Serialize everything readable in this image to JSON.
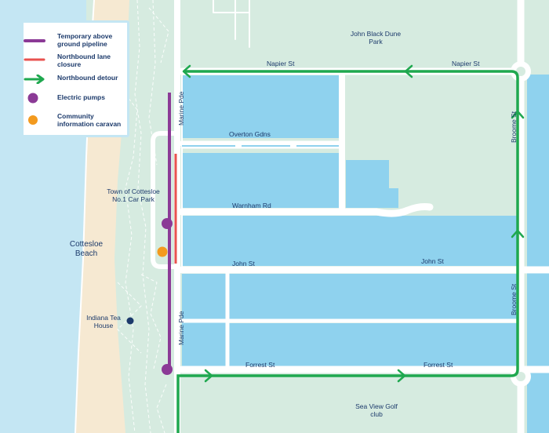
{
  "legend": {
    "items": [
      {
        "label": "Temporary above ground pipeline",
        "symbol": "purple-line",
        "color": "#8b3a96"
      },
      {
        "label": "Northbound lane closure",
        "symbol": "red-line",
        "color": "#e8524f"
      },
      {
        "label": "Northbound detour",
        "symbol": "green-arrow",
        "color": "#1fa84f"
      },
      {
        "label": "Electric pumps",
        "symbol": "purple-dot",
        "color": "#8b3a96"
      },
      {
        "label": "Community information caravan",
        "symbol": "orange-dot",
        "color": "#f39a1e"
      }
    ]
  },
  "streets": {
    "napier_west": "Napier St",
    "napier_east": "Napier St",
    "overton": "Overton Gdns",
    "warnham": "Warnham Rd",
    "john_west": "John St",
    "john_east": "John St",
    "forrest_west": "Forrest St",
    "forrest_east": "Forrest St",
    "marine_north": "Marine Pde",
    "marine_south": "Marine Pde",
    "broome_north": "Broome St",
    "broome_south": "Broome St"
  },
  "places": {
    "dune_park": "John Black Dune Park",
    "car_park": "Town of Cottesloe No.1 Car Park",
    "beach": "Cottesloe Beach",
    "tea_house": "Indiana Tea House",
    "golf_club": "Sea View Golf club"
  },
  "colors": {
    "sea": "#c4e6f3",
    "sand": "#f6e9d2",
    "park": "#d6ebe0",
    "block": "#8fd2ee",
    "road": "#ffffff",
    "pipeline": "#8b3a96",
    "closure": "#e8524f",
    "detour": "#1fa84f",
    "caravan": "#f39a1e",
    "label": "#1c3a6b"
  }
}
